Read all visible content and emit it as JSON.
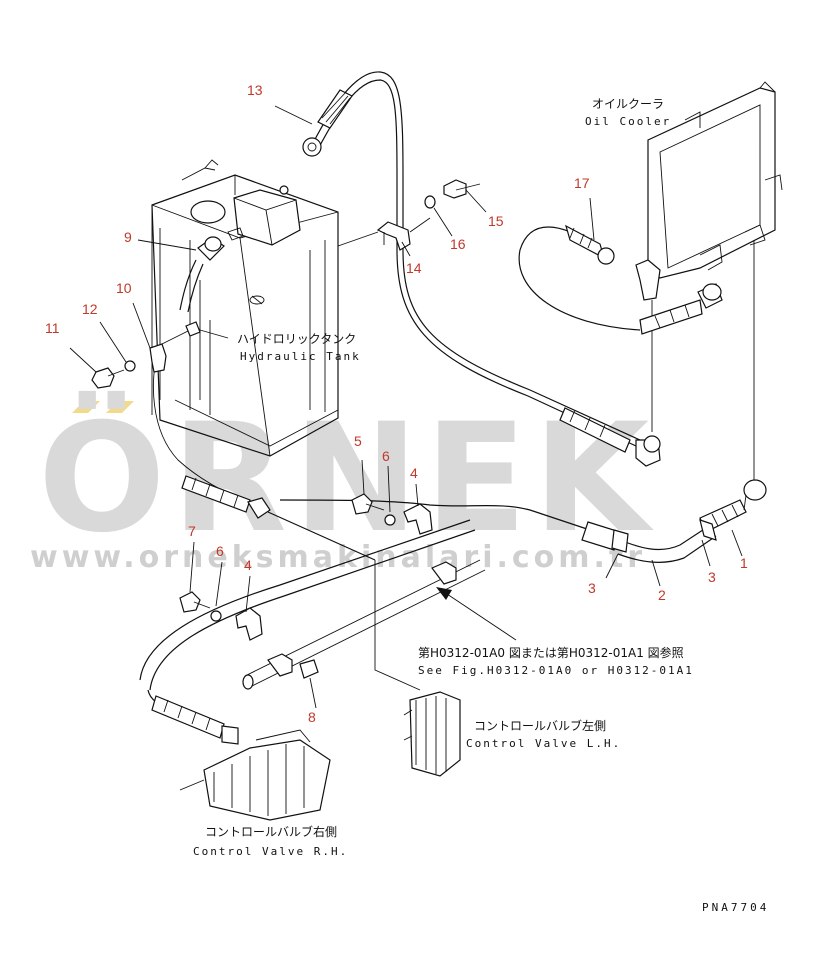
{
  "watermark": {
    "brand": "ÖRNEK",
    "url": "www.orneksmakinalari.com.tr"
  },
  "labels": {
    "oil_cooler_jp": "オイルクーラ",
    "oil_cooler_en": "Oil Cooler",
    "hydraulic_tank_jp": "ハイドロリックタンク",
    "hydraulic_tank_en": "Hydraulic Tank",
    "see_fig_jp": "第H0312-01A0 図または第H0312-01A1 図参照",
    "see_fig_en": "See Fig.H0312-01A0 or H0312-01A1",
    "cv_left_jp": "コントロールバルブ左側",
    "cv_left_en": "Control Valve L.H.",
    "cv_right_jp": "コントロールバルブ右側",
    "cv_right_en": "Control Valve R.H.",
    "drawing_code": "PNA7704"
  },
  "callouts": {
    "c1": "1",
    "c2": "2",
    "c3a": "3",
    "c3b": "3",
    "c4a": "4",
    "c4b": "4",
    "c5": "5",
    "c6a": "6",
    "c6b": "6",
    "c7": "7",
    "c8": "8",
    "c9": "9",
    "c10": "10",
    "c11": "11",
    "c12": "12",
    "c13": "13",
    "c14": "14",
    "c15": "15",
    "c16": "16",
    "c17": "17"
  },
  "colors": {
    "callout": "#c0392b",
    "line": "#111111",
    "watermark": "#d9d9d9",
    "watermark_accent": "#f3d98a"
  }
}
